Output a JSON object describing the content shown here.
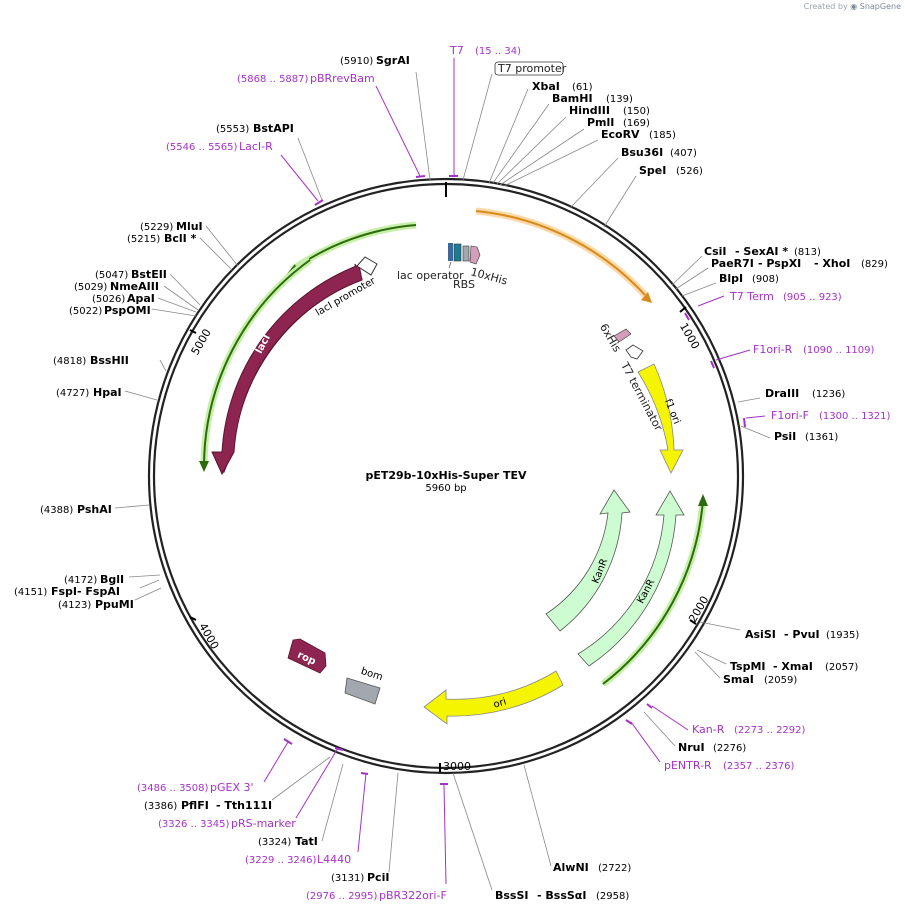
{
  "credit": {
    "prefix": "Created by",
    "brand": "SnapGene"
  },
  "plasmid": {
    "name": "pET29b-10xHis-Super TEV",
    "size": "5960 bp"
  },
  "ticks": [
    "1000",
    "2000",
    "3000",
    "4000",
    "5000"
  ],
  "features": {
    "lacI": "lacI",
    "lacI_promoter": "lacI promoter",
    "lac_operator": "lac operator",
    "rbs": "RBS",
    "his10": "10xHis",
    "his6": "6xHis",
    "t7_terminator": "T7 terminator",
    "f1_ori": "f1 ori",
    "kanR_a": "KanR",
    "kanR_b": "KanR",
    "ori": "ori",
    "rop": "rop",
    "bom": "bom",
    "t7_promoter": "T7 promoter"
  },
  "sites": [
    {
      "name": "SgrAI",
      "pos": "(5910)"
    },
    {
      "name": "XbaI",
      "pos": "(61)"
    },
    {
      "name": "BamHI",
      "pos": "(139)"
    },
    {
      "name": "HindIII",
      "pos": "(150)"
    },
    {
      "name": "PmlI",
      "pos": "(169)"
    },
    {
      "name": "EcoRV",
      "pos": "(185)"
    },
    {
      "name": "Bsu36I",
      "pos": "(407)"
    },
    {
      "name": "SpeI",
      "pos": "(526)"
    },
    {
      "name": "CsiI",
      "name2": "SexAI *",
      "pos": "(813)"
    },
    {
      "name": "PaeR7I",
      "name2": "PspXI",
      "name3": "XhoI",
      "pos": "(829)"
    },
    {
      "name": "BlpI",
      "pos": "(908)"
    },
    {
      "name": "DraIII",
      "pos": "(1236)"
    },
    {
      "name": "PsiI",
      "pos": "(1361)"
    },
    {
      "name": "AsiSI",
      "name2": "PvuI",
      "pos": "(1935)"
    },
    {
      "name": "TspMI",
      "name2": "XmaI",
      "pos": "(2057)"
    },
    {
      "name": "SmaI",
      "pos": "(2059)"
    },
    {
      "name": "NruI",
      "pos": "(2276)"
    },
    {
      "name": "AlwNI",
      "pos": "(2722)"
    },
    {
      "name": "BssSI",
      "name2": "BssSαI",
      "pos": "(2958)"
    },
    {
      "name": "PciI",
      "pos": "(3131)"
    },
    {
      "name": "TatI",
      "pos": "(3324)"
    },
    {
      "name": "PflFI",
      "name2": "Tth111I",
      "pos": "(3386)"
    },
    {
      "name": "PpuMI",
      "pos": "(4123)"
    },
    {
      "name": "FspI",
      "name2": "FspAI",
      "pos": "(4151)"
    },
    {
      "name": "BglI",
      "pos": "(4172)"
    },
    {
      "name": "PshAI",
      "pos": "(4388)"
    },
    {
      "name": "HpaI",
      "pos": "(4727)"
    },
    {
      "name": "BssHII",
      "pos": "(4818)"
    },
    {
      "name": "PspOMI",
      "pos": "(5022)"
    },
    {
      "name": "ApaI",
      "pos": "(5026)"
    },
    {
      "name": "NmeAIII",
      "pos": "(5029)"
    },
    {
      "name": "BstEII",
      "pos": "(5047)"
    },
    {
      "name": "BclI *",
      "pos": "(5215)"
    },
    {
      "name": "MluI",
      "pos": "(5229)"
    },
    {
      "name": "BstAPI",
      "pos": "(5553)"
    }
  ],
  "primers": [
    {
      "name": "T7",
      "range": "(15 .. 34)"
    },
    {
      "name": "pBRrevBam",
      "range": "(5868 .. 5887)"
    },
    {
      "name": "LacI-R",
      "range": "(5546 .. 5565)"
    },
    {
      "name": "T7 Term",
      "range": "(905 .. 923)"
    },
    {
      "name": "F1ori-R",
      "range": "(1090 .. 1109)"
    },
    {
      "name": "F1ori-F",
      "range": "(1300 .. 1321)"
    },
    {
      "name": "Kan-R",
      "range": "(2273 .. 2292)"
    },
    {
      "name": "pENTR-R",
      "range": "(2357 .. 2376)"
    },
    {
      "name": "pBR322ori-F",
      "range": "(2976 .. 2995)"
    },
    {
      "name": "L4440",
      "range": "(3229 .. 3246)"
    },
    {
      "name": "pRS-marker",
      "range": "(3326 .. 3345)"
    },
    {
      "name": "pGEX 3'",
      "range": "(3486 .. 3508)"
    }
  ]
}
